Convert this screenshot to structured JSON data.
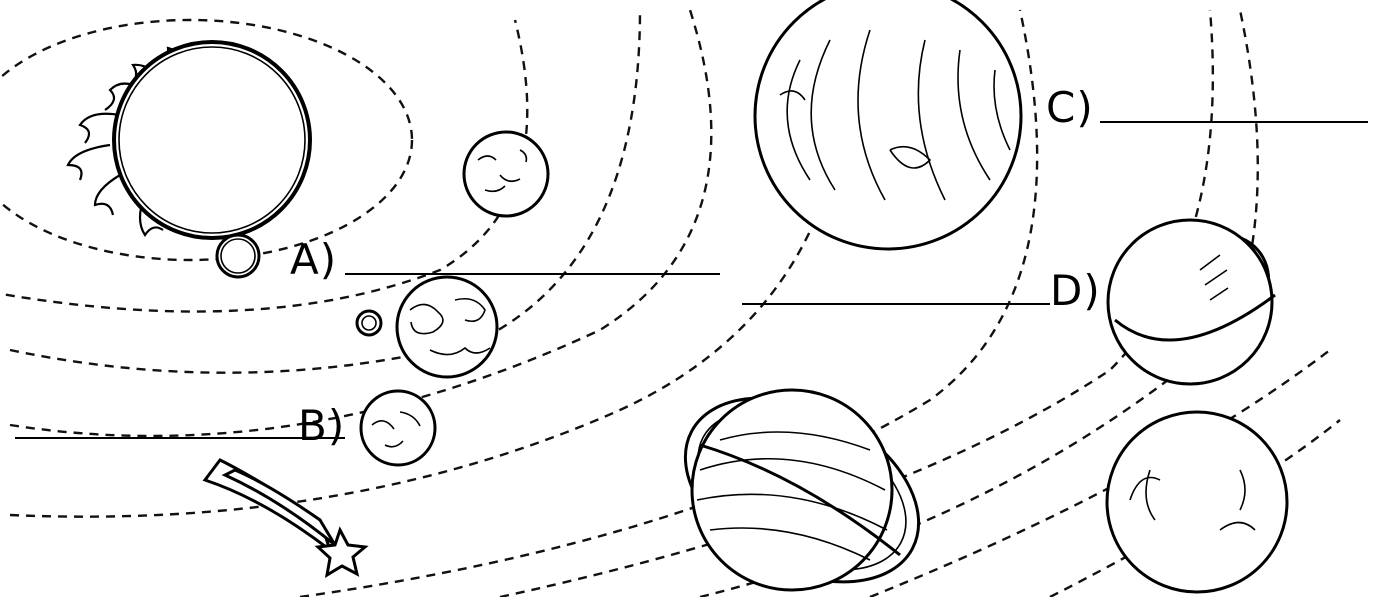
{
  "labels": {
    "a": "A)",
    "b": "B)",
    "c": "C)",
    "d": "D)"
  }
}
